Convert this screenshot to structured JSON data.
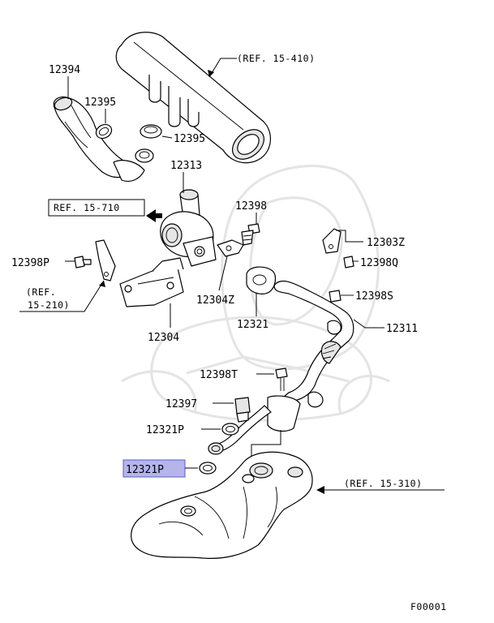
{
  "labels": {
    "p12394": "12394",
    "p12395a": "12395",
    "p12395b": "12395",
    "p12313": "12313",
    "p12398": "12398",
    "p12303z": "12303Z",
    "p12398q": "12398Q",
    "p12398p": "12398P",
    "p12304z": "12304Z",
    "p12321": "12321",
    "p12398s": "12398S",
    "p12304": "12304",
    "p12311": "12311",
    "p12398t": "12398T",
    "p12397": "12397",
    "p12321p_upper": "12321P",
    "p12321p_highlight": "12321P",
    "ref_15_410": "(REF. 15-410)",
    "ref_15_710": "REF. 15-710",
    "ref_15_210_line1": "(REF.",
    "ref_15_210_line2": "15-210)",
    "ref_15_310": "(REF. 15-310)",
    "figure_code": "F00001"
  },
  "colors": {
    "highlight_fill": "#b5b5ec",
    "highlight_stroke": "#5c5cc4",
    "watermark": "#e4e4e4"
  }
}
